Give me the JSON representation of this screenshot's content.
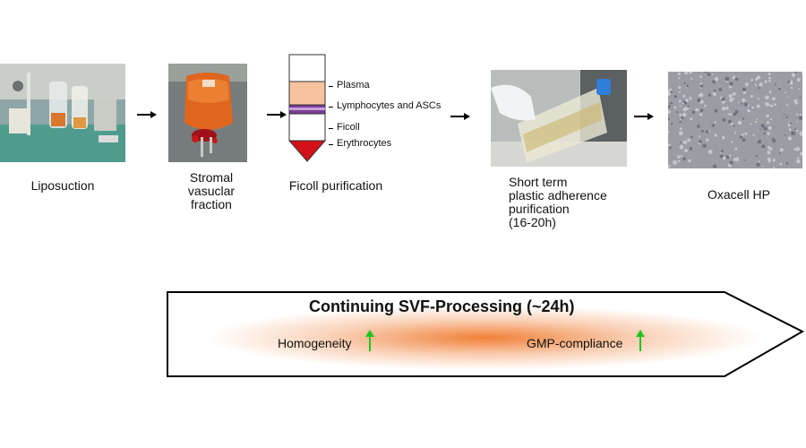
{
  "steps": [
    {
      "label": "Liposuction",
      "image": "liposuction-photo"
    },
    {
      "label": "Stromal\nvasuclar\nfraction",
      "image": "svf-bag-photo"
    },
    {
      "label": "Ficoll purification",
      "image": "ficoll-tube"
    },
    {
      "label": "Short term\nplastic adherence\npurification\n(16-20h)",
      "image": "culture-flask-photo"
    },
    {
      "label": "Oxacell HP",
      "image": "cell-micrograph"
    }
  ],
  "ficoll_layers": {
    "plasma": "Plasma",
    "lymphocytes": "Lymphocytes and ASCs",
    "ficoll": "Ficoll",
    "erythrocytes": "Erythrocytes"
  },
  "banner": {
    "title": "Continuing SVF-Processing (~24h)",
    "properties": [
      {
        "label": "Homogeneity",
        "trend": "up",
        "trend_color": "#1fc41f"
      },
      {
        "label": "GMP-compliance",
        "trend": "up",
        "trend_color": "#1fc41f"
      }
    ],
    "glow_color": "#f07a2e"
  }
}
